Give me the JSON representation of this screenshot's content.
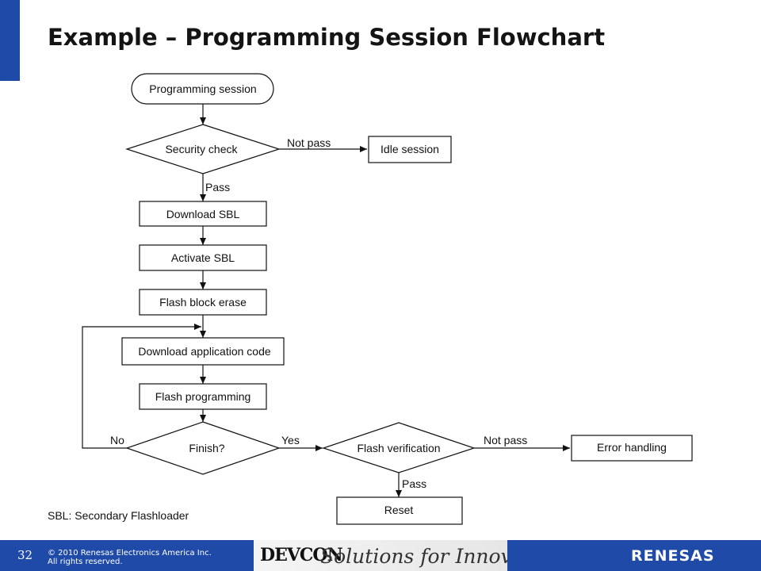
{
  "title": "Example – Programming Session Flowchart",
  "flowchart": {
    "nodes": {
      "programming_session": "Programming session",
      "security_check": "Security check",
      "idle_session": "Idle session",
      "download_sbl": "Download SBL",
      "activate_sbl": "Activate SBL",
      "flash_block_erase": "Flash block erase",
      "download_app_code": "Download application code",
      "flash_programming": "Flash programming",
      "finish": "Finish?",
      "flash_verification": "Flash verification",
      "error_handling": "Error handling",
      "reset": "Reset"
    },
    "edges": {
      "security_not_pass": "Not pass",
      "security_pass": "Pass",
      "finish_no": "No",
      "finish_yes": "Yes",
      "verify_not_pass": "Not pass",
      "verify_pass": "Pass"
    }
  },
  "note": "SBL: Secondary Flashloader",
  "footer": {
    "page_number": "32",
    "copyright_line1": "© 2010 Renesas Electronics America Inc.",
    "copyright_line2": "All rights reserved.",
    "devcon": "DEVCON",
    "tagline": "Solutions for Innovation",
    "brand": "RENESAS"
  }
}
